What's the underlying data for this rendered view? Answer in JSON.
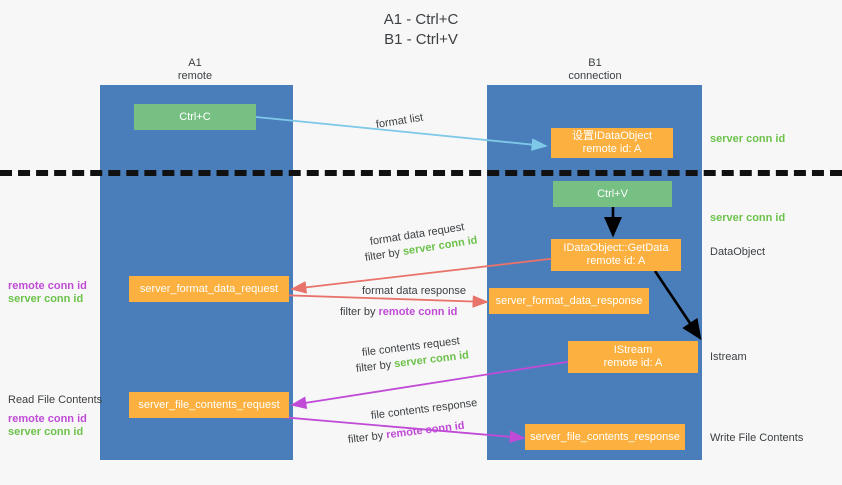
{
  "title": {
    "line1": "A1 - Ctrl+C",
    "line2": "B1 - Ctrl+V"
  },
  "columns": [
    {
      "name": "A1",
      "sub": "remote"
    },
    {
      "name": "B1",
      "sub": "connection"
    }
  ],
  "nodes": {
    "ctrl_c": "Ctrl+C",
    "set_idataobject_l1": "设置IDataObject",
    "set_idataobject_l2": "remote id: A",
    "ctrl_v": "Ctrl+V",
    "getdata_l1": "IDataObject::GetData",
    "getdata_l2": "remote id: A",
    "format_data_request": "server_format_data_request",
    "format_data_response": "server_format_data_response",
    "istream_l1": "IStream",
    "istream_l2": "remote id: A",
    "file_contents_request": "server_file_contents_request",
    "file_contents_response": "server_file_contents_response"
  },
  "captions": {
    "format_list": "format list",
    "format_data_request": "format data request",
    "format_data_request_filter_prefix": "filter by ",
    "format_data_request_filter_value": "server conn id",
    "format_data_response": "format data response",
    "format_data_response_filter_prefix": "filter by ",
    "format_data_response_filter_value": "remote conn id",
    "file_contents_request": "file contents request",
    "file_contents_request_filter_prefix": "filter by ",
    "file_contents_request_filter_value": "server conn id",
    "file_contents_response": "file contents response",
    "file_contents_response_filter_prefix": "filter by ",
    "file_contents_response_filter_value": "remote conn id"
  },
  "right_labels": {
    "server_conn_id_top": "server conn id",
    "server_conn_id_second": "server conn id",
    "dataobject": "DataObject",
    "istream": "Istream",
    "write_file_contents": "Write File Contents"
  },
  "left_labels": {
    "remote_conn_id_1": "remote conn id",
    "server_conn_id_1": "server conn id",
    "read_file_contents": "Read File Contents",
    "remote_conn_id_2": "remote conn id",
    "server_conn_id_2": "server conn id"
  },
  "colors": {
    "lane": "#4a7ebb",
    "green_node": "#77c083",
    "orange_node": "#fbb03f",
    "green_text": "#6cc24a",
    "magenta_text": "#c04bd6",
    "arrow_blue": "#7ec8e8",
    "arrow_red": "#e8736a",
    "arrow_magenta": "#c04bd6",
    "arrow_black": "#000000",
    "background": "#f7f7f7"
  }
}
